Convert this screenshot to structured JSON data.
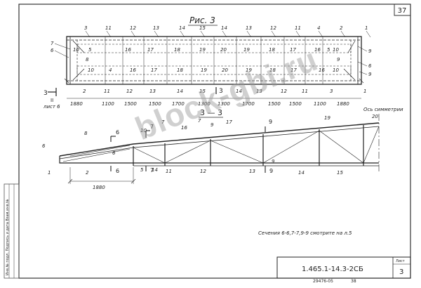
{
  "sheet_number": "37",
  "figure_title": "Рис. 3",
  "section_title": "3 — 3",
  "symmetry_axis_label": "Ось симметрии",
  "plan_view": {
    "top_callouts": [
      "3",
      "11",
      "12",
      "13",
      "14",
      "15",
      "14",
      "13",
      "12",
      "11",
      "4",
      "2",
      "1"
    ],
    "inner_row_top": [
      "10",
      "5",
      "16",
      "17",
      "18",
      "19",
      "20",
      "19",
      "18",
      "17",
      "16",
      "5",
      "10"
    ],
    "inner_row_mid": [
      "8",
      "9"
    ],
    "inner_row_bottom": [
      "10",
      "4",
      "16",
      "17",
      "18",
      "19",
      "20",
      "19",
      "18",
      "17",
      "16",
      "10"
    ],
    "lower_row": [
      "2",
      "11",
      "12",
      "13",
      "14",
      "15",
      "14",
      "13",
      "12",
      "11",
      "3",
      "1"
    ],
    "left_labels": [
      "7",
      "6"
    ],
    "right_labels": [
      "9",
      "6",
      "9"
    ],
    "section_marker_left": "3",
    "section_marker_center": "3",
    "section_mark_ii": "II",
    "sheet_ref": "лист 6",
    "dimensions": [
      "1880",
      "1100",
      "1500",
      "1500",
      "1700",
      "1300",
      "1300",
      "1700",
      "1500",
      "1500",
      "1100",
      "1880"
    ]
  },
  "section_view": {
    "labels": [
      "8",
      "6",
      "10",
      "7",
      "16",
      "7",
      "9",
      "17",
      "19",
      "20",
      "1",
      "2",
      "6",
      "5",
      "14",
      "11",
      "12",
      "13",
      "9",
      "14",
      "15"
    ],
    "section_marks": {
      "six": "6",
      "seven": "7",
      "nine": "9"
    },
    "bottom_dimension": "1880"
  },
  "note": "Сечения 6-6,7-7,9-9 смотрите на л.5",
  "stamp_code": "1.465.1-14.3-2СБ",
  "stamp_sheet_label": "Лист",
  "stamp_sheet_number": "3",
  "footer_code": "29476-05",
  "footer_page": "38",
  "side_text": "Инв.№ подл. Подпись и дата Взам.инв.№",
  "watermark": "block-gbi.ru"
}
